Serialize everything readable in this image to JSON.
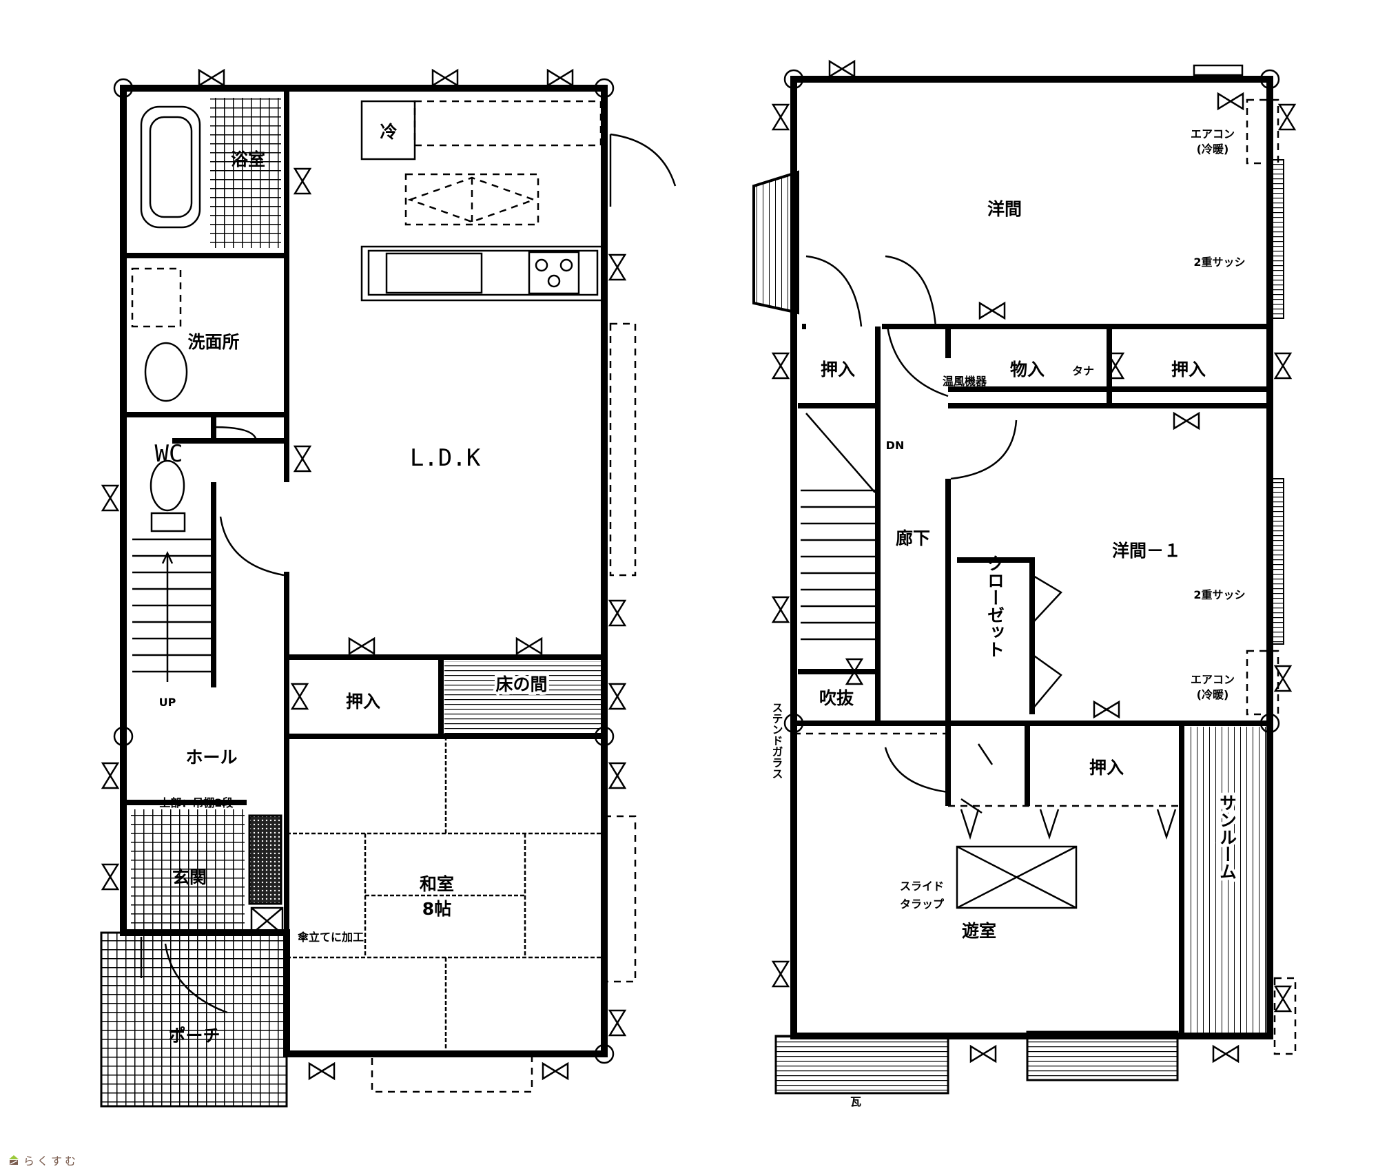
{
  "floor1": {
    "bath": "浴室",
    "washroom": "洗面所",
    "wc": "WC",
    "up": "UP",
    "hall": "ホール",
    "hall_note": "上部：吊棚2段",
    "entrance": "玄関",
    "porch": "ポーチ",
    "umbrella_note": "傘立てに加工",
    "fridge": "冷",
    "ldk": "L.D.K",
    "closet": "押入",
    "tokonoma": "床の間",
    "japanese_room": "和室",
    "japanese_room_size": "8帖"
  },
  "floor2": {
    "western_room": "洋間",
    "aircon_1": "エアコン",
    "aircon_1_sub": "(冷暖)",
    "double_sash_1": "2重サッシ",
    "closet_left": "押入",
    "storage": "物入",
    "water_heater": "温風機器",
    "shelf": "タナ",
    "closet_right": "押入",
    "down": "DN",
    "corridor": "廊下",
    "western_room_1": "洋間－１",
    "walk_closet": "クローゼット",
    "double_sash_2": "2重サッシ",
    "aircon_2": "エアコン",
    "aircon_2_sub": "(冷暖)",
    "void": "吹抜",
    "stained_glass": "ステンドガラス",
    "closet_lower": "押入",
    "slide_trap_1": "スライド",
    "slide_trap_2": "タラップ",
    "hobby_room": "遊室",
    "sunroom": "サンルーム",
    "roof_tile": "瓦"
  },
  "watermark": {
    "brand": "らくすむ",
    "logo_color": "#9bc93a",
    "text_color": "#7a5c4e"
  }
}
